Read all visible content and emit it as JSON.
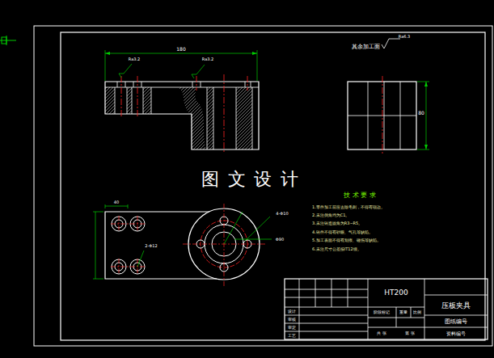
{
  "diagram": {
    "labels": [
      "图 文 设 计",
      "技 术 要 求",
      "1.零件加工前应去除毛刺，不得有锐边。",
      "2.未注倒角均为C1。",
      "3.未注铸造圆角为R3~R5。",
      "4.铸件不得有砂眼、气孔等缺陷。",
      "5.加工表面不得有划痕、碰伤等缺陷。",
      "6.未注尺寸公差按IT12级。",
      "其余加工面",
      "Ra6.3",
      "180",
      "80",
      "Ra3.2",
      "Ra3.2",
      "HT200",
      "压板夹具",
      "图纸编号",
      "资料编号",
      "设计",
      "审核",
      "审定",
      "工艺",
      "阶段标记",
      "重量",
      "比例",
      "共 张",
      "第 张",
      "4-Φ10",
      "Φ90",
      "2-Φ12",
      "40"
    ]
  }
}
